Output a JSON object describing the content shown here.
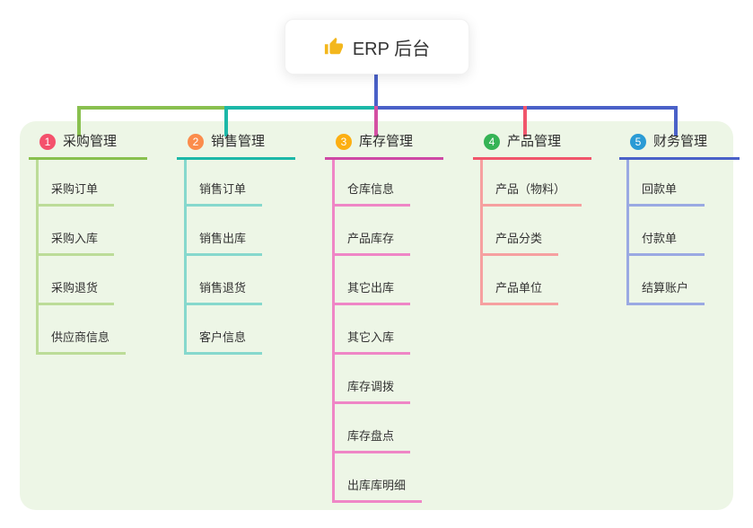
{
  "root": {
    "label": "ERP 后台",
    "icon": "thumbs-up-icon",
    "icon_color": "#f3b71d"
  },
  "branches": [
    {
      "index": "1",
      "label": "采购管理",
      "badge_color": "#f4516c",
      "line_color": "#89c04f",
      "child_line_color": "#bcdc98",
      "children": [
        "采购订单",
        "采购入库",
        "采购退货",
        "供应商信息"
      ]
    },
    {
      "index": "2",
      "label": "销售管理",
      "badge_color": "#fb8c4c",
      "line_color": "#1cb8a8",
      "child_line_color": "#86d8cd",
      "children": [
        "销售订单",
        "销售出库",
        "销售退货",
        "客户信息"
      ]
    },
    {
      "index": "3",
      "label": "库存管理",
      "badge_color": "#fcaf12",
      "line_color": "#ce48a5",
      "child_line_color": "#ef86c6",
      "children": [
        "仓库信息",
        "产品库存",
        "其它出库",
        "其它入库",
        "库存调拨",
        "库存盘点",
        "出库库明细"
      ]
    },
    {
      "index": "4",
      "label": "产品管理",
      "badge_color": "#35b355",
      "line_color": "#f1556b",
      "child_line_color": "#f6a0a0",
      "children": [
        "产品（物料）",
        "产品分类",
        "产品单位"
      ]
    },
    {
      "index": "5",
      "label": "财务管理",
      "badge_color": "#2a9bd5",
      "line_color": "#4a61c8",
      "child_line_color": "#9aa9e2",
      "children": [
        "回款单",
        "付款单",
        "结算账户"
      ]
    }
  ],
  "colors": {
    "panel_background": "#edf6e6",
    "root_connector": "#4a61c8",
    "top_line_left": "#89c04f",
    "top_line_middle": "#1cb8a8",
    "top_line_right": "#4a61c8",
    "drop_branch3": "#d44fa3",
    "drop_branch4": "#f1556b",
    "text": "#333333"
  }
}
